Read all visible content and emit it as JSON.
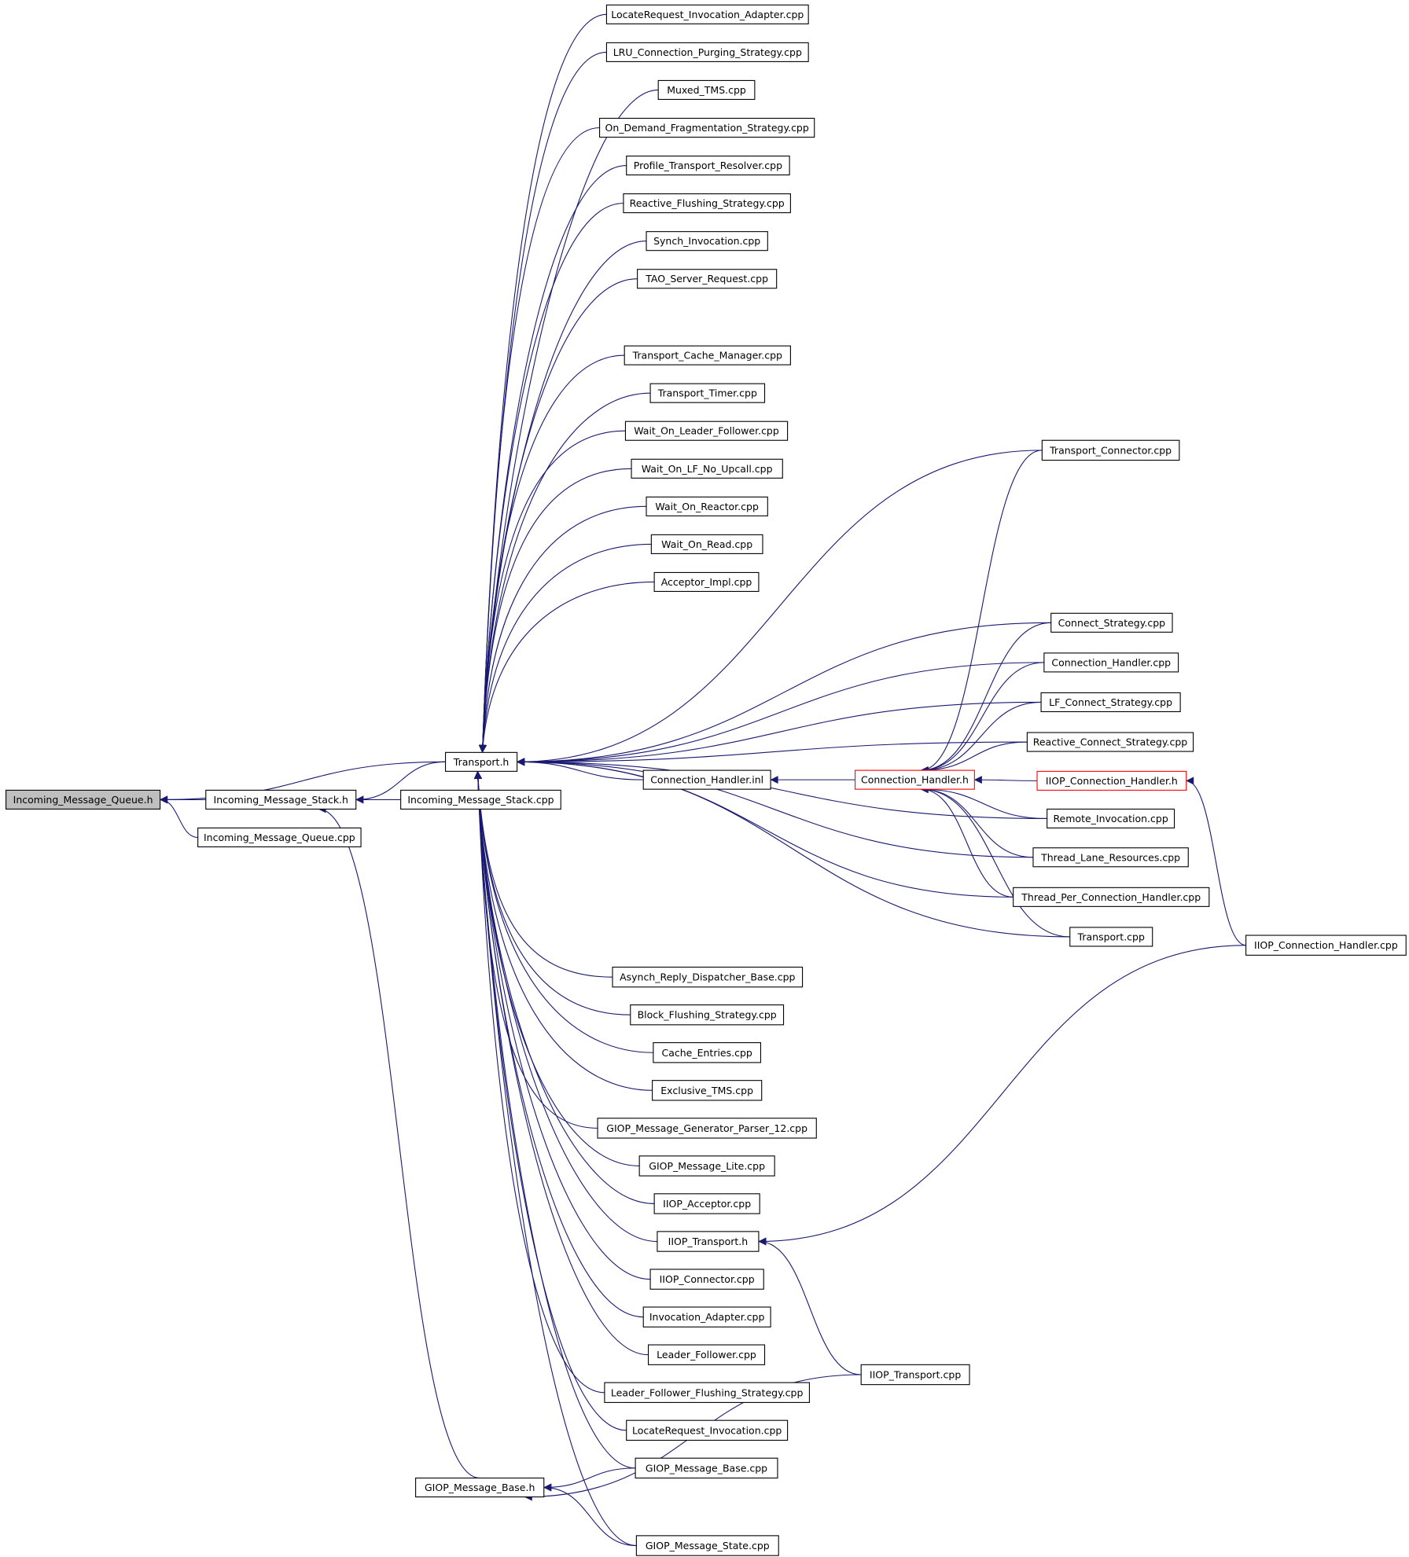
{
  "nodes": {
    "incoming_message_queue_h": "Incoming_Message_Queue.h",
    "incoming_message_stack_h": "Incoming_Message_Stack.h",
    "incoming_message_queue_cpp": "Incoming_Message_Queue.cpp",
    "incoming_message_stack_cpp": "Incoming_Message_Stack.cpp",
    "transport_h": "Transport.h",
    "giop_message_base_h": "GIOP_Message_Base.h",
    "connection_handler_inl": "Connection_Handler.inl",
    "connection_handler_h": "Connection_Handler.h",
    "iiop_connection_handler_h": "IIOP_Connection_Handler.h",
    "iiop_connection_handler_cpp": "IIOP_Connection_Handler.cpp",
    "iiop_transport_h": "IIOP_Transport.h",
    "iiop_transport_cpp": "IIOP_Transport.cpp",
    "giop_message_base_cpp": "GIOP_Message_Base.cpp",
    "giop_message_state_cpp": "GIOP_Message_State.cpp",
    "locaterequest_invocation_adapter_cpp": "LocateRequest_Invocation_Adapter.cpp",
    "lru_connection_purging_strategy_cpp": "LRU_Connection_Purging_Strategy.cpp",
    "muxed_tms_cpp": "Muxed_TMS.cpp",
    "on_demand_fragmentation_strategy_cpp": "On_Demand_Fragmentation_Strategy.cpp",
    "profile_transport_resolver_cpp": "Profile_Transport_Resolver.cpp",
    "reactive_flushing_strategy_cpp": "Reactive_Flushing_Strategy.cpp",
    "synch_invocation_cpp": "Synch_Invocation.cpp",
    "tao_server_request_cpp": "TAO_Server_Request.cpp",
    "transport_cache_manager_cpp": "Transport_Cache_Manager.cpp",
    "transport_timer_cpp": "Transport_Timer.cpp",
    "wait_on_leader_follower_cpp": "Wait_On_Leader_Follower.cpp",
    "wait_on_lf_no_upcall_cpp": "Wait_On_LF_No_Upcall.cpp",
    "wait_on_reactor_cpp": "Wait_On_Reactor.cpp",
    "wait_on_read_cpp": "Wait_On_Read.cpp",
    "acceptor_impl_cpp": "Acceptor_Impl.cpp",
    "asynch_reply_dispatcher_base_cpp": "Asynch_Reply_Dispatcher_Base.cpp",
    "block_flushing_strategy_cpp": "Block_Flushing_Strategy.cpp",
    "cache_entries_cpp": "Cache_Entries.cpp",
    "exclusive_tms_cpp": "Exclusive_TMS.cpp",
    "giop_message_generator_parser_12_cpp": "GIOP_Message_Generator_Parser_12.cpp",
    "giop_message_lite_cpp": "GIOP_Message_Lite.cpp",
    "iiop_acceptor_cpp": "IIOP_Acceptor.cpp",
    "iiop_connector_cpp": "IIOP_Connector.cpp",
    "invocation_adapter_cpp": "Invocation_Adapter.cpp",
    "leader_follower_cpp": "Leader_Follower.cpp",
    "leader_follower_flushing_strategy_cpp": "Leader_Follower_Flushing_Strategy.cpp",
    "locaterequest_invocation_cpp": "LocateRequest_Invocation.cpp",
    "transport_connector_cpp": "Transport_Connector.cpp",
    "connect_strategy_cpp": "Connect_Strategy.cpp",
    "connection_handler_cpp": "Connection_Handler.cpp",
    "lf_connect_strategy_cpp": "LF_Connect_Strategy.cpp",
    "reactive_connect_strategy_cpp": "Reactive_Connect_Strategy.cpp",
    "remote_invocation_cpp": "Remote_Invocation.cpp",
    "thread_lane_resources_cpp": "Thread_Lane_Resources.cpp",
    "thread_per_connection_handler_cpp": "Thread_Per_Connection_Handler.cpp",
    "transport_cpp": "Transport.cpp"
  },
  "colors": {
    "edge": "#191970",
    "root_fill": "#bfbfbf",
    "highlight_border": "#ff0000",
    "node_border": "#000000"
  }
}
